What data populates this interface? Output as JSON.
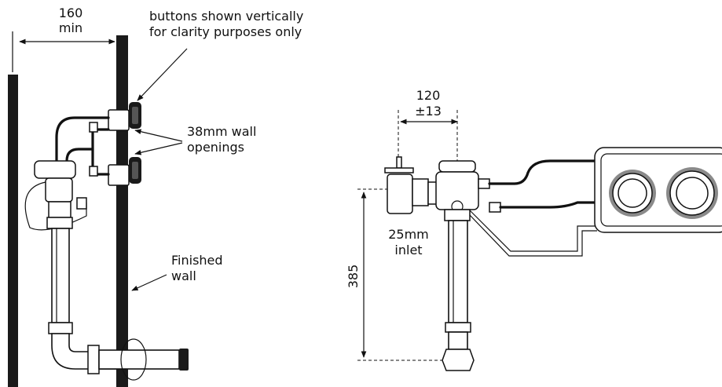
{
  "left_view": {
    "dimension_160": {
      "value": "160",
      "unit_note": "min"
    },
    "callout_buttons": [
      "buttons shown vertically",
      "for clarity purposes only"
    ],
    "callout_openings": [
      "38mm wall",
      "openings"
    ],
    "callout_wall": [
      "Finished",
      "wall"
    ]
  },
  "right_view": {
    "dimension_120": {
      "value": "120",
      "tolerance": "±13"
    },
    "inlet_label": [
      "25mm",
      "inlet"
    ],
    "dimension_385": "385"
  },
  "colors": {
    "line": "#111111",
    "wall": "#1a1a1a",
    "button_ring": "#8a8a8a"
  }
}
